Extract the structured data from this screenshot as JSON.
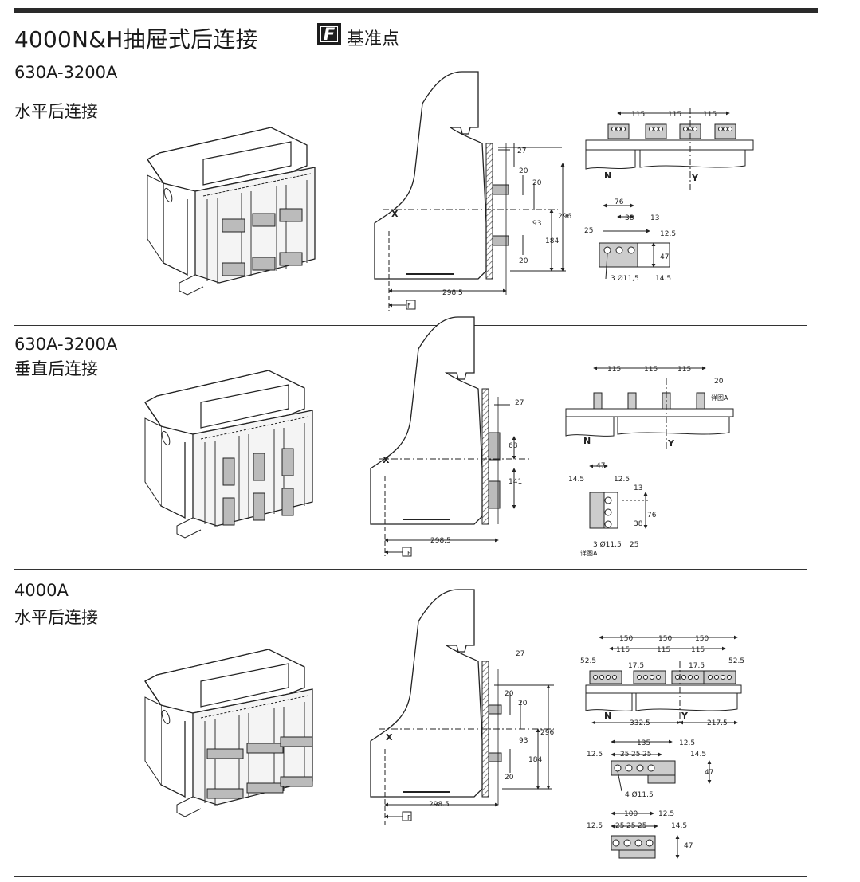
{
  "header": {
    "title": "4000N&H抽屉式后连接",
    "ref_symbol": "F",
    "ref_label": "基准点"
  },
  "sections": [
    {
      "range": "630A-3200A",
      "connection": "水平后连接",
      "side": {
        "x": "X",
        "d27": "27",
        "d20a": "20",
        "d20b": "20",
        "d93": "93",
        "d296": "296",
        "d184": "184",
        "d20c": "20",
        "d298": "298.5",
        "f": "F"
      },
      "top": {
        "d115a": "115",
        "d115b": "115",
        "d115c": "115",
        "n": "N",
        "y": "Y"
      },
      "detail": {
        "d76": "76",
        "d38": "38",
        "d13": "13",
        "d25": "25",
        "d125": "12.5",
        "d47": "47",
        "holes": "3 Ø11,5",
        "d145": "14.5"
      }
    },
    {
      "range": "630A-3200A",
      "connection": "垂直后连接",
      "side": {
        "x": "X",
        "d27": "27",
        "d68": "68",
        "d141": "141",
        "d298": "298.5",
        "f": "F"
      },
      "top": {
        "d115a": "115",
        "d115b": "115",
        "d115c": "115",
        "d20": "20",
        "detail": "详图A",
        "n": "N",
        "y": "Y"
      },
      "detail": {
        "d47": "47",
        "d145": "14.5",
        "d125": "12.5",
        "d13": "13",
        "d38": "38",
        "d76": "76",
        "holes": "3 Ø11,5",
        "d25": "25",
        "detail": "详图A"
      }
    },
    {
      "range": "4000A",
      "connection": "水平后连接",
      "side": {
        "x": "X",
        "d27": "27",
        "d20a": "20",
        "d20b": "20",
        "d93": "93",
        "d296": "296",
        "d184": "184",
        "d20c": "20",
        "d298": "298.5",
        "f": "F"
      },
      "top": {
        "d150a": "150",
        "d150b": "150",
        "d150c": "150",
        "d115a": "115",
        "d115b": "115",
        "d115c": "115",
        "d525a": "52.5",
        "d175a": "17.5",
        "d175b": "17.5",
        "d525b": "52.5",
        "n": "N",
        "y": "Y",
        "d3325": "332.5",
        "d2175": "217.5"
      },
      "detail1": {
        "d135": "135",
        "d125a": "12.5",
        "d25a": "25",
        "d25b": "25",
        "d25c": "25",
        "d125b": "12.5",
        "d145": "14.5",
        "d47": "47",
        "holes": "4 Ø11.5"
      },
      "detail2": {
        "d100": "100",
        "d125a": "12.5",
        "d25a": "25",
        "d25b": "25",
        "d25c": "25",
        "d125b": "12.5",
        "d145": "14.5",
        "d47": "47"
      }
    }
  ]
}
